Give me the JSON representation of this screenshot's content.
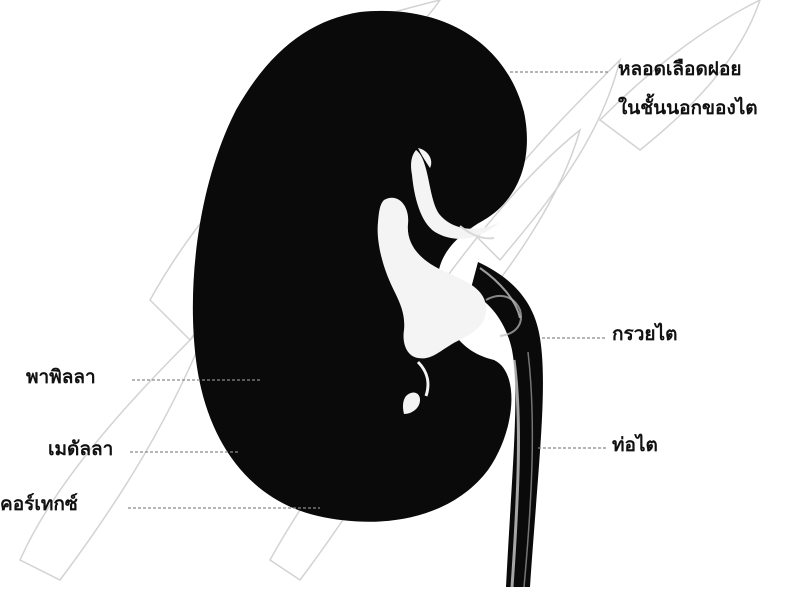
{
  "labels": {
    "capillary_line1": "หลอดเลือดฝอย",
    "capillary_line2": "ในชั้นนอกของไต",
    "renal_pelvis": "กรวยไต",
    "ureter": "ท่อไต",
    "papilla": "พาพิลลา",
    "medulla": "เมดัลลา",
    "cortex": "คอร์เทกซ์"
  },
  "colors": {
    "kidney": "#0a0a0a",
    "highlight": "#f4f4f4",
    "leader": "#8a8a8a",
    "watermark": "#c8c8c8"
  }
}
